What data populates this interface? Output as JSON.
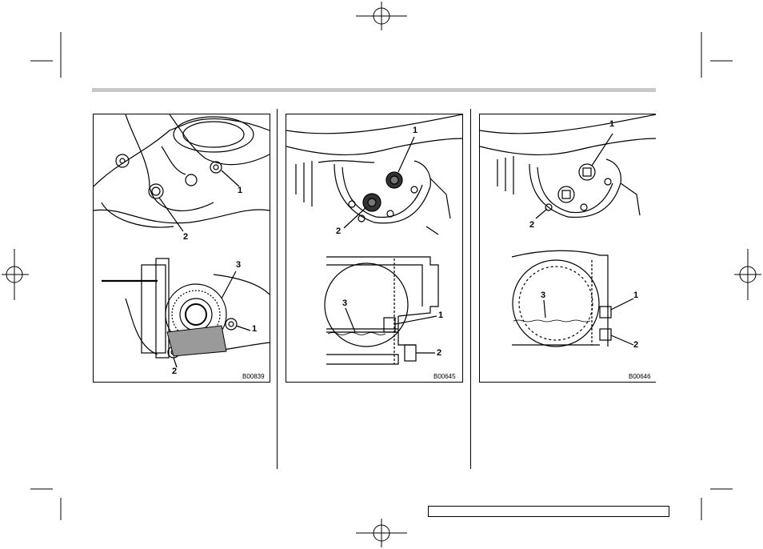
{
  "figures": [
    {
      "code": "B00839",
      "top_callouts": [
        "1",
        "2"
      ],
      "bottom_callouts": [
        "3",
        "1",
        "2"
      ]
    },
    {
      "code": "B00645",
      "top_callouts": [
        "1",
        "2"
      ],
      "bottom_callouts": [
        "3",
        "1",
        "2"
      ]
    },
    {
      "code": "B00646",
      "top_callouts": [
        "1",
        "2"
      ],
      "bottom_callouts": [
        "3",
        "1",
        "2"
      ]
    }
  ],
  "footer": {
    "page_box_text": ""
  }
}
